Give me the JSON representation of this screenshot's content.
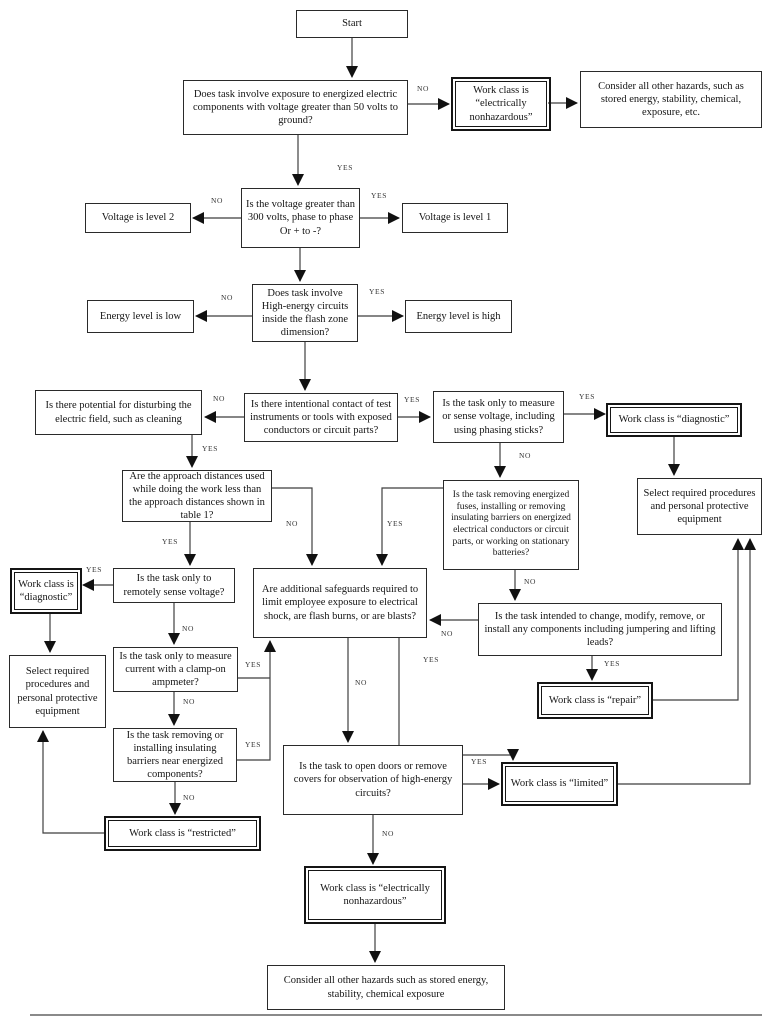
{
  "diagram": {
    "nodes": {
      "start": "Start",
      "q_exposure": "Does task involve exposure to energized electric components with voltage greater than 50 volts to ground?",
      "wc_nonhaz_top": "Work class is “electrically nonhazardous”",
      "consider_top": "Consider all other hazards, such as stored energy, stability, chemical, exposure, etc.",
      "q_voltage": "Is the voltage greater than 300 volts, phase to phase Or + to -?",
      "v_level2": "Voltage is level 2",
      "v_level1": "Voltage is level 1",
      "q_energy": "Does task involve High-energy circuits inside the flash zone dimension?",
      "e_low": "Energy level is low",
      "e_high": "Energy level is high",
      "q_disturb": "Is there potential for disturbing the electric field, such as cleaning",
      "q_contact": "Is there intentional contact of test instruments or tools with exposed conductors or circuit parts?",
      "q_sense": "Is the task only to measure or sense voltage, including using phasing sticks?",
      "wc_diag_right": "Work class is  “diagnostic”",
      "select_right": "Select required procedures and personal protective equipment",
      "q_fuses": "Is the task removing energized fuses, installing or removing insulating barriers on energized electrical conductors or circuit parts, or working on stationary batteries?",
      "q_approach": "Are the approach distances used while doing the work less than the approach distances shown in table 1?",
      "q_remote": "Is the task only to remotely sense voltage?",
      "wc_diag_left": "Work class is “diagnostic”",
      "select_left": "Select required procedures and personal protective equipment",
      "q_clampon": "Is the task only to measure current with a clamp-on ampmeter?",
      "q_safeguards": "Are additional safeguards required to limit employee exposure to electrical shock, are flash burns, or are blasts?",
      "q_change": "Is the task intended to change, modify, remove, or install any components including jumpering and lifting leads?",
      "wc_repair": "Work class is “repair”",
      "q_barriers": "Is the task removing or installing insulating barriers near energized components?",
      "wc_restricted": "Work class is “restricted”",
      "q_opendoors": "Is the task to open doors or remove covers for observation of high-energy circuits?",
      "wc_limited": "Work class is “limited”",
      "wc_nonhaz_bottom": "Work class is “electrically nonhazardous”",
      "consider_bottom": "Consider all other hazards such as stored energy, stability, chemical exposure"
    },
    "edge_labels": {
      "yes": "YES",
      "no": "NO"
    },
    "colors": {
      "line": "#3f3f3f",
      "border": "#2a2a2a",
      "text": "#151515",
      "background": "#ffffff"
    }
  }
}
